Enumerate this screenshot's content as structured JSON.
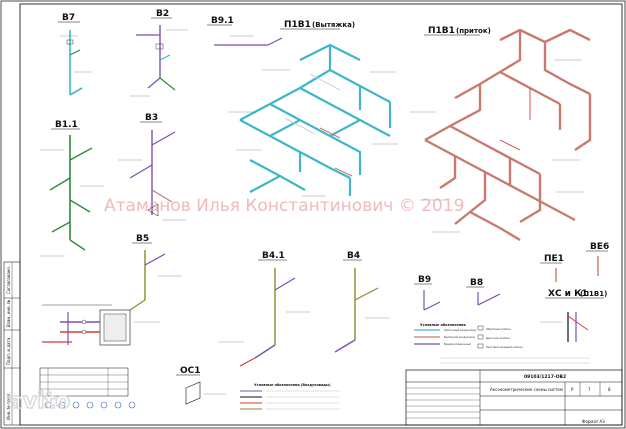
{
  "labels": {
    "v7": "В7",
    "v2": "В2",
    "v91": "В9.1",
    "p1v1_left": "П1В1",
    "p1v1_left_suffix": "(Вытяжка)",
    "p1v1_right": "П1В1",
    "p1v1_right_suffix": "(приток)",
    "v11": "В1.1",
    "v3": "В3",
    "v5": "В5",
    "v41": "В4.1",
    "v4": "В4",
    "v9": "В9",
    "v8": "В8",
    "pe1": "ПЕ1",
    "ve6": "ВЕ6",
    "xc_k1": "ХС и К1",
    "xc_k1_suffix": "(П1В1)",
    "oc1": "ОС1"
  },
  "watermark": "Атаманов Илья Константинович © 2019",
  "legend": {
    "title": "Условные обозначения",
    "items": [
      "Приточный воздуховод",
      "Вытяжной воздуховод",
      "Рециркуляционный",
      "Обратный клапан",
      "Дроссель-клапан",
      "Противопожарный клапан"
    ]
  },
  "notes": {
    "title": "Условные обозначения (Воздуховоды)"
  },
  "title_block": {
    "code": "09103/1217-ОВ2",
    "stage": "Р",
    "sheet": "7",
    "sheets": "8",
    "name": "Аксонометрические схемы систем",
    "format": "Формат А3"
  },
  "side_stamp": [
    "Согласовано",
    "Взам. инв. №",
    "Подп. и дата",
    "Инв. № подл."
  ],
  "logo": "avito",
  "colors": {
    "supply": "#3fb7c9",
    "exhaust": "#c97a6e",
    "green": "#2e8b3a",
    "purple": "#7b4fb3",
    "olive": "#8a8a2a",
    "red": "#d63a3a"
  }
}
